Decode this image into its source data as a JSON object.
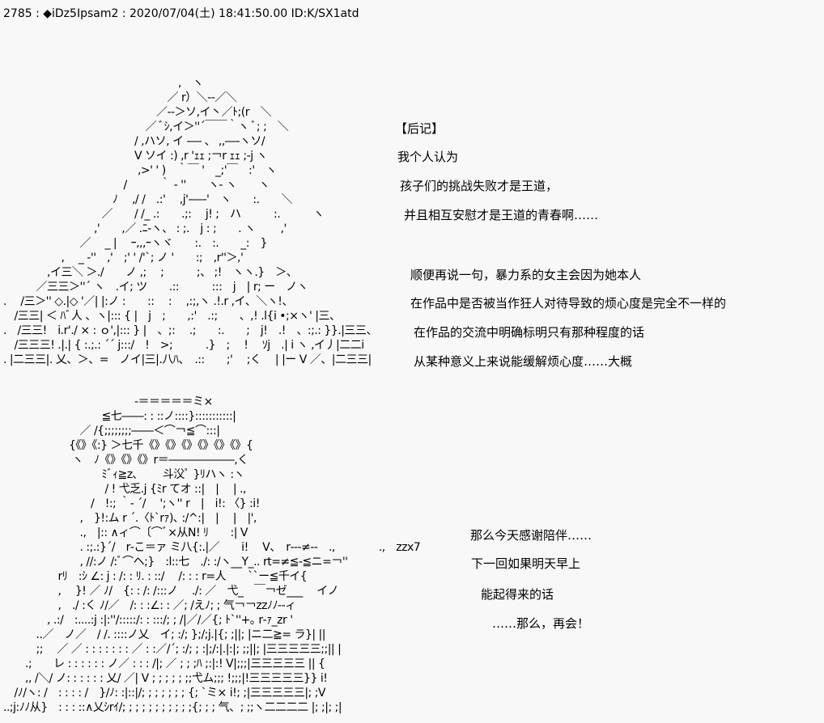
{
  "post_header": "2785 : ◆iDz5Ipsam2 : 2020/07/04(土) 18:41:50.00 ID:K/SX1atd",
  "afterword": {
    "title": "【后记】",
    "lines": [
      "我个人认为",
      "孩子们的挑战失败才是王道，",
      "并且相互安慰才是王道的青春啊……",
      "顺便再说一句，暴力系的女主会因为她本人",
      "在作品中是否被当作狂人对待导致的烦心度是完全不一样的",
      "在作品的交流中明确标明只有那种程度的话",
      "从某种意义上来说能缓解烦心度……大概"
    ]
  },
  "farewell": {
    "lines": [
      "那么今天感谢陪伴……",
      "下一回如果明天早上",
      "能起得来的话",
      "……那么，再会！"
    ]
  },
  "aa_top": [
    "　　　　　　　　　　　　　　　　,　ヽ",
    "　　　　　　　　　　　　　　　／ r）＼‐‐／＼",
    "　　　　　　　　　　　　　　／‐‐＞ソ,イ丶／ﾄ;(r　＼",
    "　　　　　　　　　　　　　／ ﾞｼ,イ＞''´￣￣｀ヽ ﾞ; ;　＼",
    "　　　　　　　　　　　　/ ,ハソ, イ ‐― 、 ,,―‐ヽソ/",
    "　　　　　　　　　　　　V ソイ :) ,r 'ｪｪ ;￢r ｪｪ ;‐j ヽ",
    "　　　　　　　　　　　　 ,>' ' )　｀￣ '　_;'￣　:'　ヽ",
    "　　　　　　　　　　　/　　　｀ ‐ ''　　ヽ‐ ヽ　　ヽ",
    "　　　　　　　　　　ﾉ　 ,/ /　.:'　 ,j'‐―‐'　ヽ　　:.　　＼",
    "　　　　　　　　　／　　/ /_ .:　　.;:　 j! ;　ハ　　　:.　　　ヽ",
    "　　　　　　　　 ,'　　,／ .ﾆ-ヽ、 : ;.　j : ;　　. ヽ　　 ,'",
    "　　　　　　　／　 _ |　 ｰ,,,ｰヽヾ　　:.　:.　　_:　}",
    "　　　　　 ,　 _ ‐''　,'　;' ' /'`; ノ '　　:;　,r''＞,'",
    "　　　　,イ三＼ ＞./　　ノ ,;　 ;　　　;、 ;!　ヽヽ.}　＞、",
    "　　　／三三＞''´ ヽ　.イ; ツ　　.::　　　:::　j　| r; ー　ノヽ",
    ".　 /三＞'' ◇.|◇ '／| |:ノ :　　::　 :　 ,:;,ヽ .!.r ,イ、＼ヽ!、",
    "　/三三| ＜ ﾊﾞ人 、ヽ|::: { |　j　;　　,:'　.:;　　、,! .l{i •;×ヽ' |三、",
    ".　/三三!　i.r'./ × : ｏ',|::: } |　、;:　 .;　　:.　　;　j!　.!　、:;.: }}.|三三、",
    "　/三三三! .|.| { :.;.: ´´ j:::/　!　>;　　　.}　;　 !　 ｿj　.| i ヽ ,イ丿|二二i",
    ". |二三三|. 乂、＞、=　ノイ|三|.八ﾊ、　.::　　;'　 ;く　 | |ー V ／、|二三三|"
  ],
  "aa_bottom": [
    "　　　　　　　　　　　　-＝＝＝＝＝ミ×",
    "　　　　　　　　　≦七――: : ::ノ::::}:::::::::::|",
    "　　　　　　　／ /{;;;;;;;;――＜⌒￢≦⌒:::|",
    "　　　　　　{《》《:} ＞七千《》《》《》《》《》《》{",
    "　　　　　　 ヽ　ﾉ《》《》《》r＝――――――,く",
    "　　　　　　　　　ﾐﾞｨ≧z､　　 斗㳇ﾟ }ﾘハヽ :ヽ",
    "　　　　　　　　　 / ! 弋乏.j {ﾐr てオ ::|　|　 | .,",
    "　　　　　　　　/　!:; ｀‐ ´/　 ';ヽ'' r　|　i!: 〈} :i!",
    "　　　　　　　,　}!:ム r ´.〈ﾄ`rｧ)､ :/^:|　|　 |　|',",
    "　　　　　　　.,　|:: ∧ィ⌒〔⌒ﾞ×从N! ﾘ　　:| V",
    "　　　　　　　. :;.:}´/　r‐こ＝ァ ミ八{:.|／　　i!　 V、　r‐‐‐≠‐‐　.,　　　　.,　zzx7",
    "　　　　　　　, //:ノ /:ﾞ⌒ヘ;}　:l::七　./: :/ヽ__Y_.. rt=≠≦-≦ニ=￢''",
    "　　　　　rﾘ　:ｼ ∠: j : /: : ﾘ. : ::/　 /: : : r=人　　``ー≦千イ{",
    "　　　　　,　 }! ／ ﾉ/　{: : /: /:::ノ　 ./: ／　弋_　￣￢ゼ___　 イノ",
    "　　　　　,　./ :く ﾉ/／　/: : :∠: : ／; /えﾉ; ; 气￢￢zzﾉﾉ--ィ",
    "　　　　, .:/　:....:j :|:''/:::::/: : :::/; ; /|／/／{; ﾄ`''+｡ r‐ｧ_zr '",
    "　　　..／　ノ／　/ /. ::::ノ乂　イ; :/; };/;j.|{; ;||; |ニ二≧= ラ}| ||",
    "　　　;;　 ／ ／ : : : : : : : ／ : :／/´; :/; ; :|;/:|.|:|; ;;||; |三三三三三;;|| |",
    "　　.;　　レ : : : : : : ノ／ : : : /|; ／ ; ; ;ﾊ ;:|:! V|;;;|三三三三三 || {",
    "　　,, /＼/ ノ: : : : : : 乂/ ／| V ; ; ; ; ; ;;弋ム;;; !;;;|!三三三三三}} i!",
    "　/ﾉ/ヽ: /　: : : : /　}/ﾉ: :|::|/; ; ; ; ; ; ; {; `ミ× i!; ;|三三三三三|; ;V",
    "..;j:ﾉﾉ从}　: : : ::∧乂ｼrｲ/; ; ; ; ; ; ; ; ; ; ;{; ; ; 气、; ;;ヽ二二二二 |; ;|; ;|"
  ]
}
